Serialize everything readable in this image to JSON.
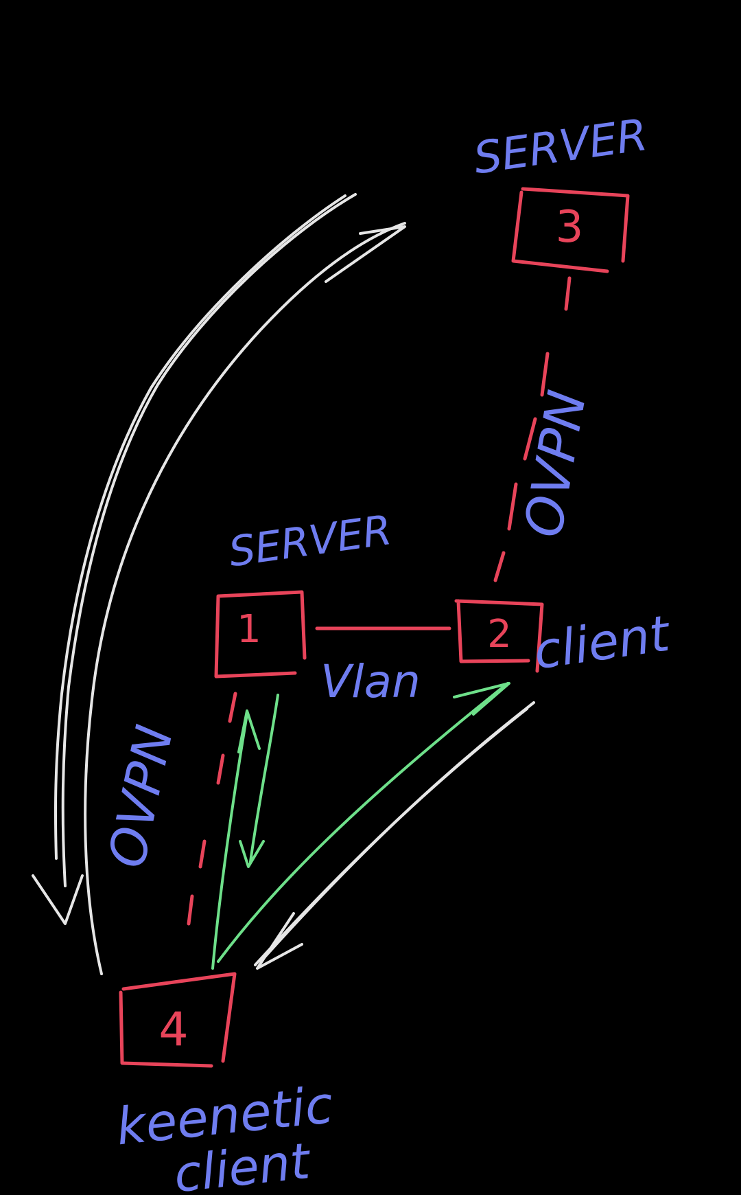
{
  "nodes": {
    "n1": {
      "label": "1",
      "role": "SERVER"
    },
    "n2": {
      "label": "2",
      "role": "client"
    },
    "n3": {
      "label": "3",
      "role": "SERVER"
    },
    "n4": {
      "label": "4",
      "role_line1": "keenetic",
      "role_line2": "client"
    }
  },
  "links": {
    "vlan": "Vlan",
    "ovpn_top": "OVPN",
    "ovpn_left": "OVPN"
  },
  "colors": {
    "node": "#e8445a",
    "text": "#6f7df0",
    "white_arrow": "#e6e6e6",
    "green_arrow": "#6ee08a"
  }
}
